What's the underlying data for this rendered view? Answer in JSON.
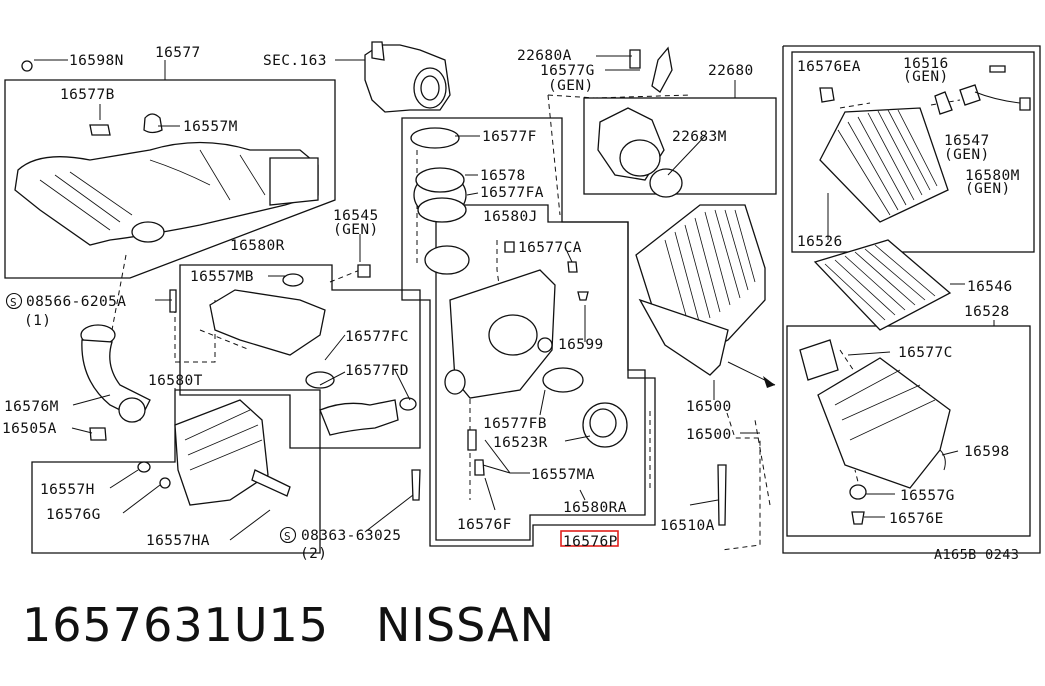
{
  "diagram": {
    "labels": {
      "p16598N": "16598N",
      "p16577": "16577",
      "sec163": "SEC.163",
      "p22680A": "22680A",
      "p16577G": "16577G",
      "gen1": "(GEN)",
      "p22680": "22680",
      "p16576EA": "16576EA",
      "p16516": "16516",
      "gen2": "(GEN)",
      "p16577B": "16577B",
      "p16557M": "16557M",
      "p16577F": "16577F",
      "p22683M": "22683M",
      "p16578": "16578",
      "p16577FA": "16577FA",
      "p16547": "16547",
      "gen3": "(GEN)",
      "p16580M": "16580M",
      "gen4": "(GEN)",
      "p16545": "16545",
      "gen5": "(GEN)",
      "p16580J": "16580J",
      "p16526": "16526",
      "p16580R": "16580R",
      "p16577CA": "16577CA",
      "p16557MB": "16557MB",
      "p16546": "16546",
      "s08566": "08566-6205A",
      "qty1": "(1)",
      "p16528": "16528",
      "p16577FC": "16577FC",
      "p16599": "16599",
      "p16577C": "16577C",
      "p16580T": "16580T",
      "p16577FD": "16577FD",
      "p16576M": "16576M",
      "p16500a": "16500",
      "p16505A": "16505A",
      "p16577FB": "16577FB",
      "p16500b": "16500",
      "p16523R": "16523R",
      "p16598": "16598",
      "p16557H": "16557H",
      "p16557MA": "16557MA",
      "p16557G": "16557G",
      "p16576G": "16576G",
      "p16580RA": "16580RA",
      "p16576F": "16576F",
      "p16510A": "16510A",
      "p16576E": "16576E",
      "p16557HA": "16557HA",
      "s08363": "08363-63025",
      "qty2": "(2)",
      "p16576P": "16576P",
      "drawing_code": "A165B 0243"
    },
    "highlight_color": "#e0201c"
  },
  "caption": {
    "part_number": "1657631U15",
    "brand": "NISSAN"
  }
}
